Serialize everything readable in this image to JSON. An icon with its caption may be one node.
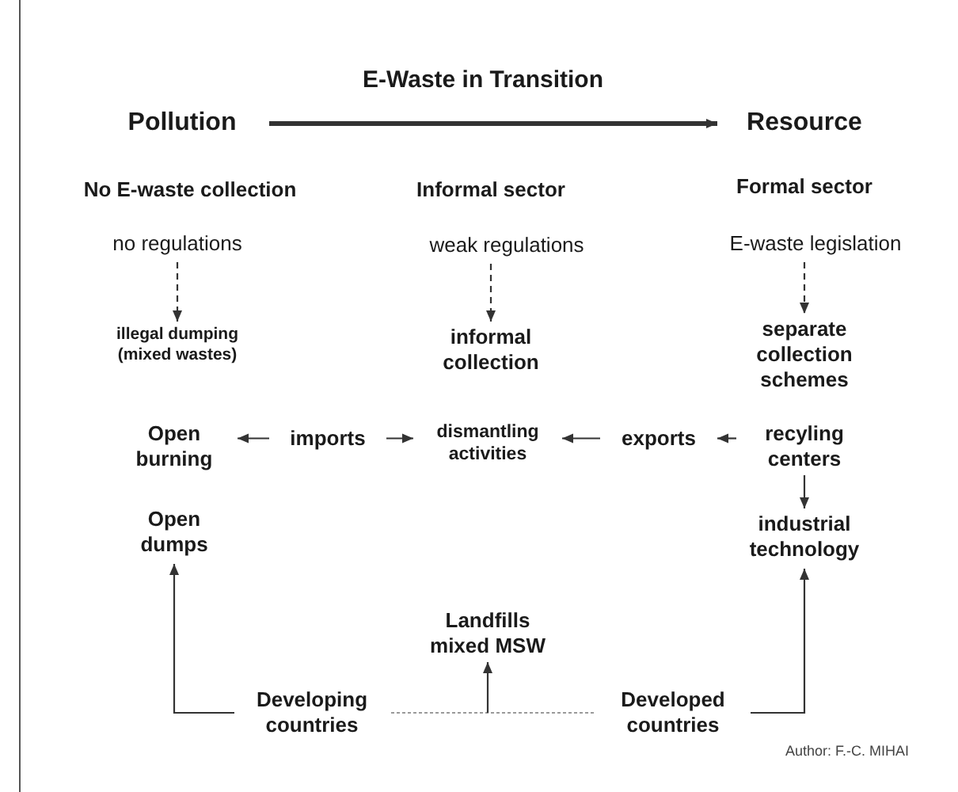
{
  "diagram": {
    "title": "E-Waste in Transition",
    "nodes": [
      {
        "text": [
          "Pollution"
        ]
      },
      {
        "text": [
          "Resource"
        ]
      },
      {
        "text": [
          "no regulations"
        ]
      },
      {
        "text": [
          "illegal dumping (mixed wastes)"
        ]
      },
      {
        "text": [
          "weak regulations"
        ]
      },
      {
        "text": [
          "informal collection"
        ]
      },
      {
        "text": [
          "E-waste legislation"
        ]
      },
      {
        "text": [
          "separate collection schemes"
        ]
      },
      {
        "text": [
          "Open burning"
        ]
      },
      {
        "text": [
          "imports"
        ]
      },
      {
        "text": [
          "dismantling activities"
        ]
      },
      {
        "text": [
          "exports"
        ]
      },
      {
        "text": [
          "recyling centers"
        ]
      },
      {
        "text": [
          "Open dumps"
        ]
      },
      {
        "text": [
          "industrial technology"
        ]
      },
      {
        "text": [
          "Landfills mixed MSW"
        ]
      },
      {
        "text": [
          "Developing countries"
        ]
      },
      {
        "text": [
          "Developed countries"
        ]
      }
    ],
    "edges": [
      {
        "from": 0,
        "to": 1,
        "arrow": "to",
        "style": "thick"
      },
      {
        "from": 2,
        "to": 3,
        "arrow": "to",
        "style": "dashed"
      },
      {
        "from": 4,
        "to": 5,
        "arrow": "to",
        "style": "dashed"
      },
      {
        "from": 6,
        "to": 7,
        "arrow": "to",
        "style": "dashed"
      },
      {
        "from": 9,
        "to": 8,
        "arrow": "to"
      },
      {
        "from": 9,
        "to": 10,
        "arrow": "to"
      },
      {
        "from": 11,
        "to": 10,
        "arrow": "to"
      },
      {
        "from": 12,
        "to": 11,
        "arrow": "to"
      },
      {
        "from": 12,
        "to": 14,
        "arrow": "to"
      },
      {
        "from": 16,
        "to": 13,
        "arrow": "to"
      },
      {
        "from": 17,
        "to": 14,
        "arrow": "to"
      },
      {
        "from": 16,
        "to": 17,
        "arrow": "none",
        "style": "dashed",
        "color": "#9a9a9a"
      },
      {
        "from": null,
        "to": 15,
        "arrow": "to"
      }
    ],
    "labels": [
      "No E-waste collection",
      "Informal sector",
      "Formal sector",
      "Author: F.-C. MIHAI"
    ]
  }
}
